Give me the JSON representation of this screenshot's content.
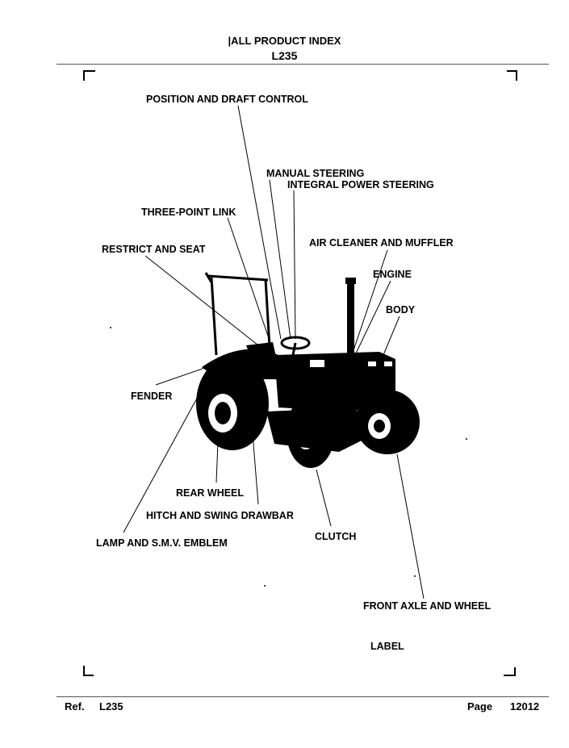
{
  "header": {
    "index_link": "|ALL PRODUCT INDEX",
    "model": "L235"
  },
  "callouts": [
    "POSITION AND DRAFT CONTROL",
    "MANUAL STEERING",
    "INTEGRAL POWER STEERING",
    "THREE-POINT LINK",
    "AIR CLEANER AND MUFFLER",
    "RESTRICT AND SEAT",
    "ENGINE",
    "BODY",
    "FENDER",
    "REAR WHEEL",
    "HITCH AND SWING DRAWBAR",
    "CLUTCH",
    "LAMP AND S.M.V. EMBLEM",
    "FRONT AXLE AND WHEEL",
    "LABEL"
  ],
  "footer": {
    "ref_label": "Ref.",
    "ref_value": "L235",
    "page_label": "Page",
    "page_value": "12012"
  },
  "colors": {
    "ink": "#000000",
    "rule": "#555555",
    "paper": "#ffffff"
  },
  "illustration": "tractor-illustration"
}
